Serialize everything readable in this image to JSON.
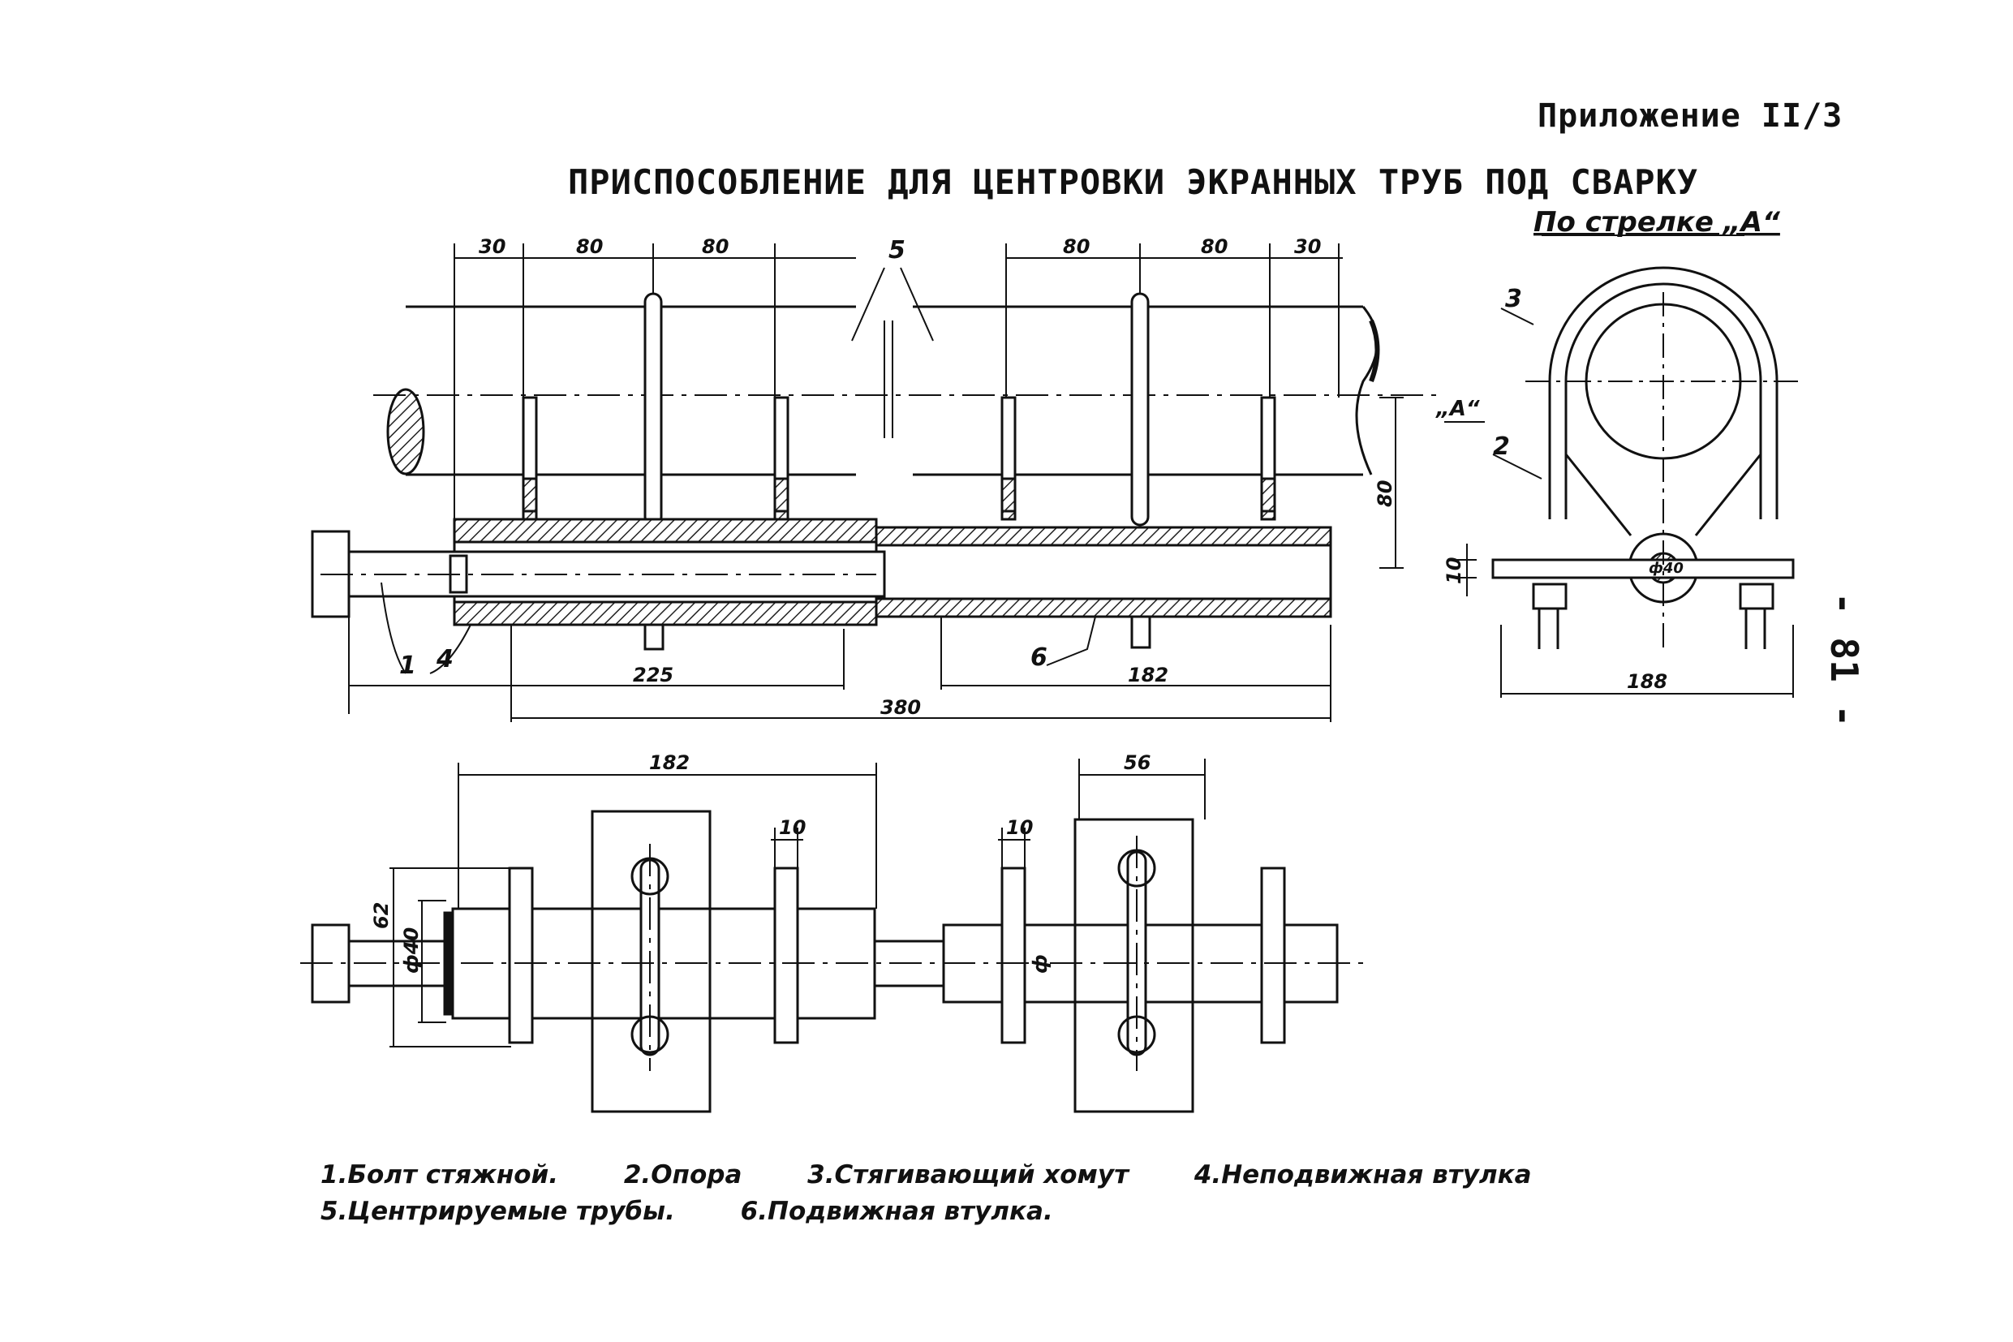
{
  "header": {
    "appendix": "Приложение II/3",
    "title": "ПРИСПОСОБЛЕНИЕ ДЛЯ ЦЕНТРОВКИ ЭКРАННЫХ ТРУБ ПОД СВАРКУ",
    "page_number": "- 81 -"
  },
  "side_view": {
    "caption": "По стрелке „А“",
    "arrow_label": "„А“"
  },
  "dimensions": {
    "top_left": [
      "30",
      "80",
      "80"
    ],
    "top_right": [
      "80",
      "80",
      "30"
    ],
    "height_80": "80",
    "d225": "225",
    "d182_lower": "182",
    "d380": "380",
    "side_10": "10",
    "side_188": "188",
    "side_d40": "ф40",
    "plan_182": "182",
    "plan_56": "56",
    "plan_10a": "10",
    "plan_10b": "10",
    "plan_62": "62",
    "plan_d40": "ф40",
    "plan_d": "ф"
  },
  "callouts": {
    "c1": "1",
    "c2": "2",
    "c3": "3",
    "c4": "4",
    "c5": "5",
    "c6": "6"
  },
  "legend": {
    "line1": [
      "1.Болт стяжной.",
      "2.Опора",
      "3.Стягивающий хомут",
      "4.Неподвижная втулка"
    ],
    "line2": [
      "5.Центрируемые трубы.",
      "6.Подвижная втулка."
    ]
  }
}
